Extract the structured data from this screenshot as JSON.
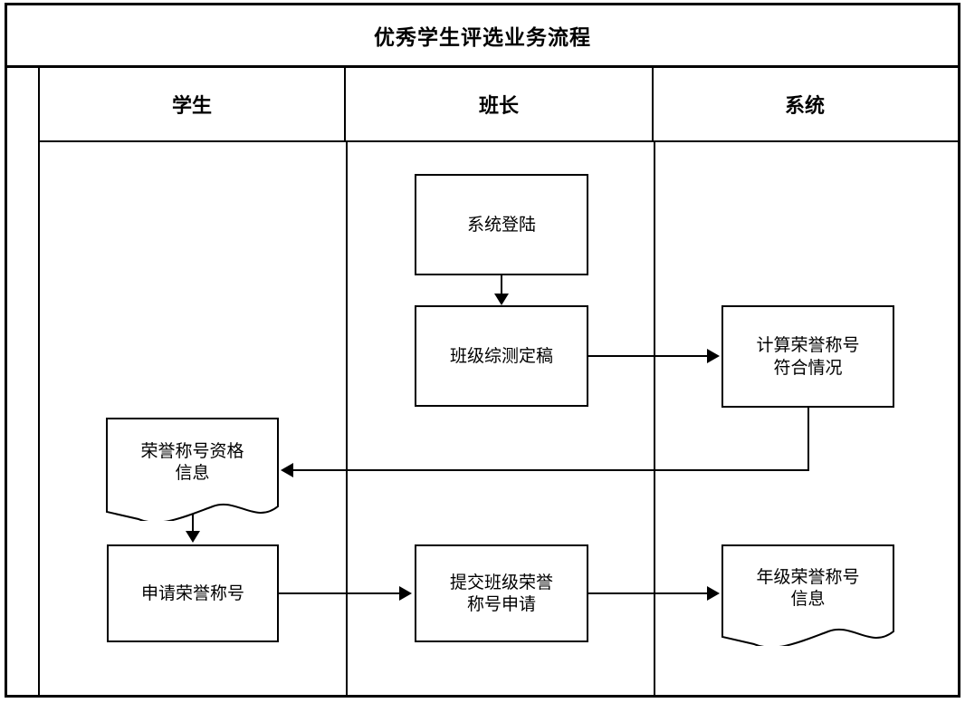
{
  "diagram": {
    "title": "优秀学生评选业务流程",
    "lanes": [
      {
        "id": "student",
        "label": "学生"
      },
      {
        "id": "monitor",
        "label": "班长"
      },
      {
        "id": "system",
        "label": "系统"
      }
    ],
    "nodes": [
      {
        "id": "login",
        "lane": "monitor",
        "shape": "process",
        "label": "系统登陆"
      },
      {
        "id": "final",
        "lane": "monitor",
        "shape": "process",
        "label": "班级综测定稿"
      },
      {
        "id": "calc",
        "lane": "system",
        "shape": "process",
        "label": "计算荣誉称号\n符合情况",
        "line1": "计算荣誉称号",
        "line2": "符合情况"
      },
      {
        "id": "qual",
        "lane": "student",
        "shape": "document",
        "label": "荣誉称号资格\n信息",
        "line1": "荣誉称号资格",
        "line2": "信息"
      },
      {
        "id": "apply",
        "lane": "student",
        "shape": "process",
        "label": "申请荣誉称号"
      },
      {
        "id": "submit",
        "lane": "monitor",
        "shape": "process",
        "label": "提交班级荣誉\n称号申请",
        "line1": "提交班级荣誉",
        "line2": "称号申请"
      },
      {
        "id": "grade",
        "lane": "system",
        "shape": "document",
        "label": "年级荣誉称号\n信息",
        "line1": "年级荣誉称号",
        "line2": "信息"
      }
    ],
    "edges": [
      {
        "from": "login",
        "to": "final",
        "direction": "down"
      },
      {
        "from": "final",
        "to": "calc",
        "direction": "right"
      },
      {
        "from": "calc",
        "to": "qual",
        "direction": "left"
      },
      {
        "from": "qual",
        "to": "apply",
        "direction": "down"
      },
      {
        "from": "apply",
        "to": "submit",
        "direction": "right"
      },
      {
        "from": "submit",
        "to": "grade",
        "direction": "right"
      }
    ],
    "colors": {
      "stroke": "#000000",
      "background": "#ffffff",
      "text": "#000000"
    }
  }
}
